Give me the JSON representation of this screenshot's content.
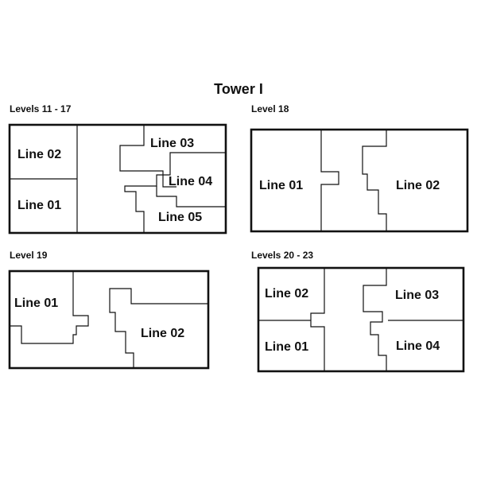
{
  "title": "Tower I",
  "plans": [
    {
      "label": "Levels 11 - 17",
      "lines": [
        "Line 02",
        "Line 01",
        "Line 03",
        "Line 04",
        "Line 05"
      ]
    },
    {
      "label": "Level 18",
      "lines": [
        "Line 01",
        "Line 02"
      ]
    },
    {
      "label": "Level 19",
      "lines": [
        "Line 01",
        "Line 02"
      ]
    },
    {
      "label": "Levels 20 - 23",
      "lines": [
        "Line 02",
        "Line 01",
        "Line 03",
        "Line 04"
      ]
    }
  ],
  "colors": {
    "stroke": "#111111",
    "background": "#ffffff"
  }
}
